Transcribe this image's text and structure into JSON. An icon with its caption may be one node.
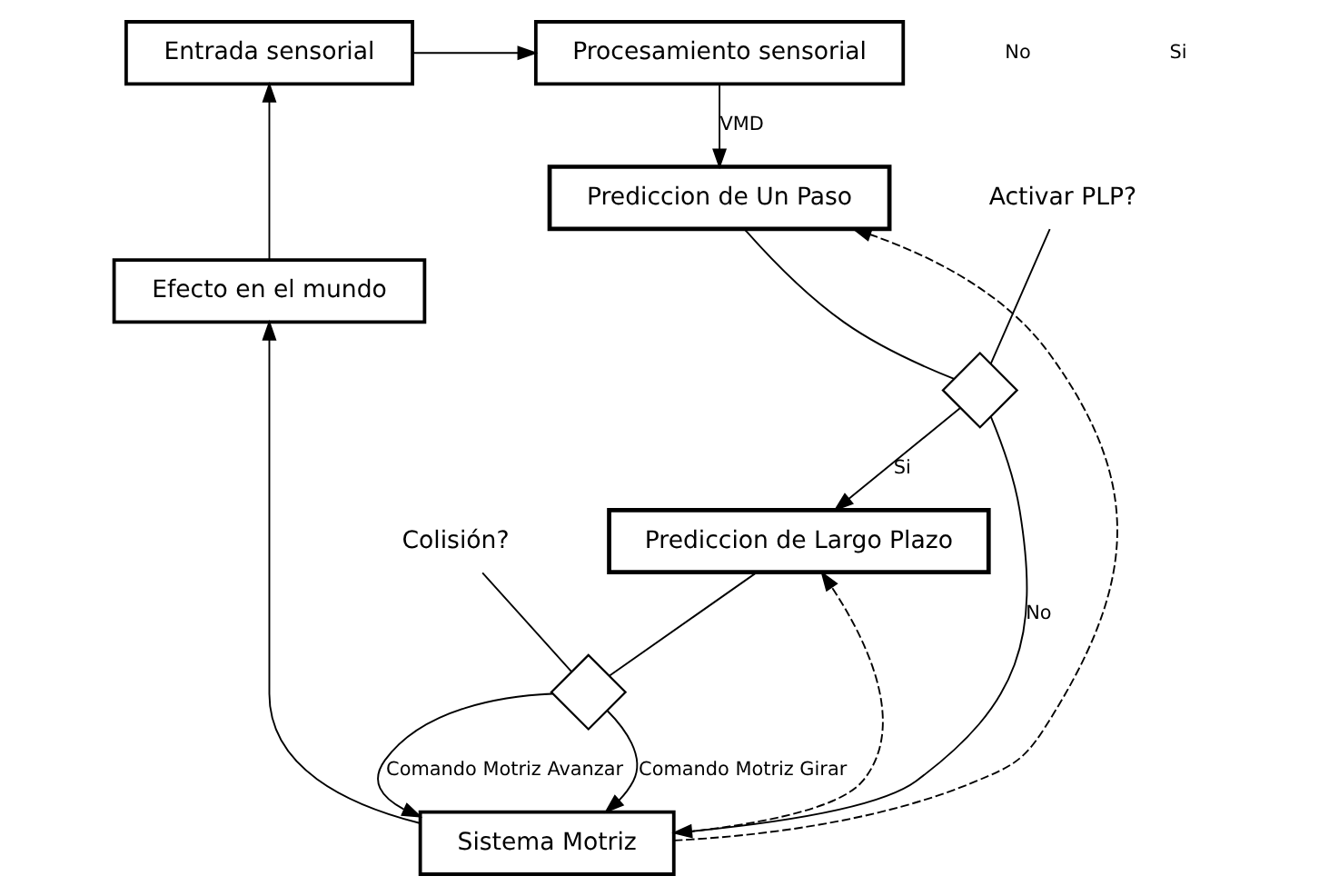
{
  "diagram": {
    "nodes": [
      {
        "text": [
          "Entrada sensorial"
        ]
      },
      {
        "text": [
          "Procesamiento sensorial"
        ]
      },
      {
        "text": [
          "Prediccion de Un Paso"
        ]
      },
      {
        "text": [
          "Activar PLP?"
        ]
      },
      {
        "text": [
          "Efecto en el mundo"
        ]
      },
      {
        "text": [],
        "shape": "diamond"
      },
      {
        "text": [
          "Prediccion de Largo Plazo"
        ]
      },
      {
        "text": [
          "Colisión?"
        ]
      },
      {
        "text": [],
        "shape": "diamond"
      },
      {
        "text": [
          "Sistema Motriz"
        ]
      }
    ],
    "edges": [
      {
        "from": 0,
        "to": 1,
        "arrow": "to"
      },
      {
        "from": 1,
        "to": 2,
        "arrow": "to",
        "label": "VMD"
      },
      {
        "from": 2,
        "to": 5,
        "arrow": "none"
      },
      {
        "from": 5,
        "to": 6,
        "arrow": "to",
        "label": "Si"
      },
      {
        "from": 5,
        "to": 9,
        "arrow": "to",
        "label": "No"
      },
      {
        "from": 6,
        "to": 8,
        "arrow": "none"
      },
      {
        "from": 8,
        "to": 9,
        "arrow": "to",
        "label": "Comando Motriz Avanzar"
      },
      {
        "from": 8,
        "to": 9,
        "arrow": "to",
        "label": "Comando Motriz Girar"
      },
      {
        "from": 9,
        "to": 4,
        "arrow": "to"
      },
      {
        "from": 4,
        "to": 0,
        "arrow": "to"
      },
      {
        "from": 9,
        "to": 2,
        "arrow": "to",
        "style": "dashed"
      },
      {
        "from": 9,
        "to": 6,
        "arrow": "to",
        "style": "dashed"
      },
      {
        "from": 3,
        "to": 5,
        "arrow": "none"
      },
      {
        "from": 7,
        "to": 8,
        "arrow": "none"
      }
    ],
    "labels": [
      "No",
      "Si"
    ]
  }
}
